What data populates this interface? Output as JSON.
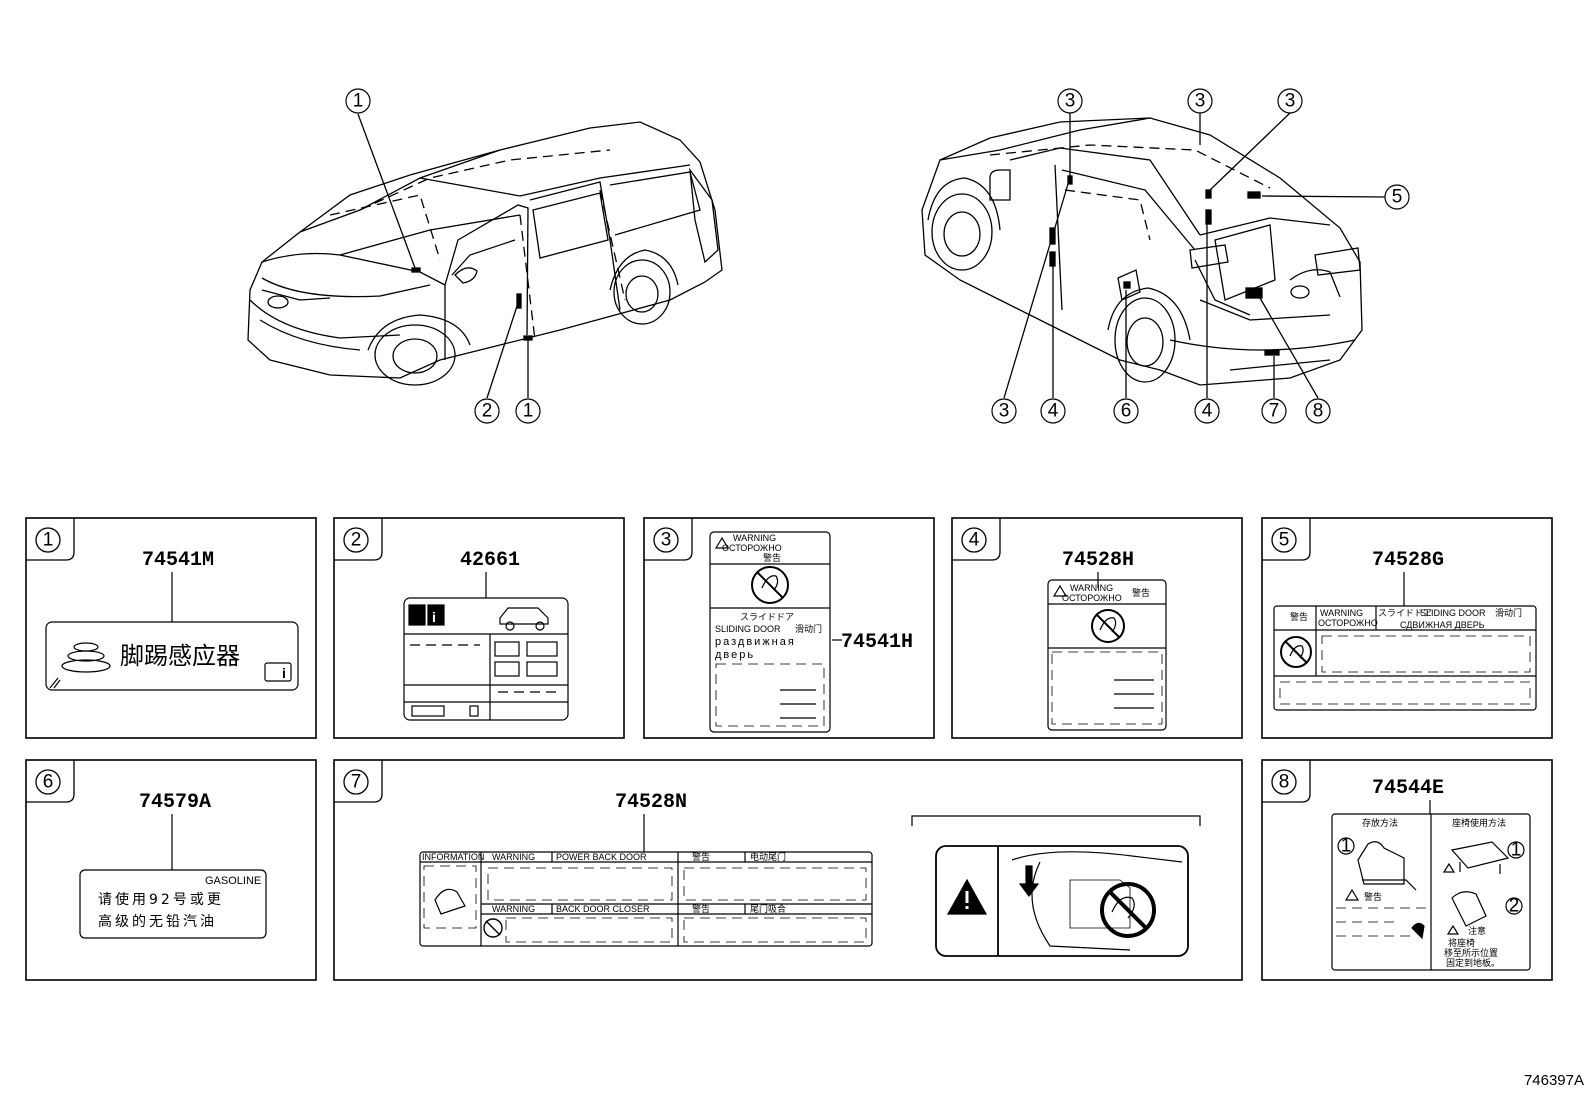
{
  "callouts": [
    "1",
    "2",
    "3",
    "4",
    "5",
    "6",
    "7",
    "8"
  ],
  "parts": {
    "p1": {
      "num": "1",
      "code": "74541M",
      "text": "脚踢感应器"
    },
    "p2": {
      "num": "2",
      "code": "42661"
    },
    "p3": {
      "num": "3",
      "code": "74541H",
      "warning": "WARNING",
      "ru": "ОСТОРОЖНО",
      "jp": "警告",
      "line1": "スライドドア",
      "line2": "SLIDING DOOR",
      "line2b": "滑动门",
      "line3": "раздвижная",
      "line4": "дверь"
    },
    "p4": {
      "num": "4",
      "code": "74528H",
      "warning": "WARNING",
      "ru": "ОСТОРОЖНО",
      "jp": "警告"
    },
    "p5": {
      "num": "5",
      "code": "74528G",
      "jp": "警告",
      "warning": "WARNING",
      "ru": "ОСТОРОЖНО",
      "slide_jp": "スライドドア",
      "slide_en": "SLIDING DOOR",
      "slide_cn": "滑动门",
      "slide_ru": "СДВИЖНАЯ ДВЕРЬ"
    },
    "p6": {
      "num": "6",
      "code": "74579A",
      "gas": "GASOLINE",
      "line1": "请使用92号或更",
      "line2": "高级的无铅汽油"
    },
    "p7": {
      "num": "7",
      "code": "74528N",
      "info": "INFORMATION",
      "w1": "WARNING",
      "pbd": "POWER BACK DOOR",
      "cn1": "警告",
      "cn2": "电动尾门",
      "w2": "WARNING",
      "bdc": "BACK DOOR CLOSER",
      "cn3": "警告",
      "cn4": "尾门吸合"
    },
    "p8": {
      "num": "8",
      "code": "74544E",
      "h1": "存放方法",
      "h2": "座椅使用方法",
      "warn": "警告",
      "caution": "注意",
      "c1": "将座椅",
      "c2": "移至所示位置",
      "c3": "固定到地板。"
    }
  },
  "figure_id": "746397A"
}
